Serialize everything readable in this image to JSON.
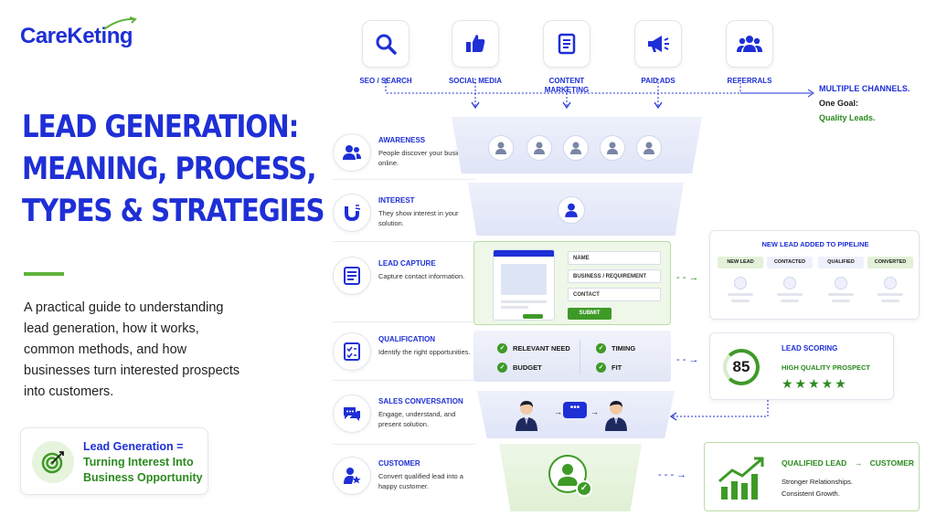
{
  "brand": {
    "logo_text": "CareKeting"
  },
  "title": {
    "line1": "LEAD GENERATION:",
    "line2": "MEANING, PROCESS,",
    "line3": "TYPES & STRATEGIES"
  },
  "description": "A practical guide to understanding lead generation, how it works, common methods, and how businesses turn interested prospects into customers.",
  "definition": {
    "line1": "Lead Generation =",
    "line2": "Turning Interest Into",
    "line3": "Business Opportunity"
  },
  "channels": [
    {
      "label": "SEO / SEARCH",
      "icon": "search-icon"
    },
    {
      "label": "SOCIAL MEDIA",
      "icon": "thumbs-up-icon"
    },
    {
      "label": "CONTENT MARKETING",
      "icon": "document-icon"
    },
    {
      "label": "PAID ADS",
      "icon": "megaphone-icon"
    },
    {
      "label": "REFERRALS",
      "icon": "people-icon"
    }
  ],
  "channels_note": {
    "line1": "MULTIPLE CHANNELS.",
    "line2": "One Goal:",
    "line3": "Quality Leads."
  },
  "steps": [
    {
      "title": "AWARENESS",
      "desc": "People discover your business online.",
      "icon": "users-icon"
    },
    {
      "title": "INTEREST",
      "desc": "They show interest in your solution.",
      "icon": "magnet-icon"
    },
    {
      "title": "LEAD CAPTURE",
      "desc": "Capture contact information.",
      "icon": "form-icon"
    },
    {
      "title": "QUALIFICATION",
      "desc": "Identify the right opportunities.",
      "icon": "checklist-icon"
    },
    {
      "title": "SALES CONVERSATION",
      "desc": "Engage, understand, and present solution.",
      "icon": "chat-icon"
    },
    {
      "title": "CUSTOMER",
      "desc": "Convert qualified lead into a happy customer.",
      "icon": "customer-star-icon"
    }
  ],
  "form": {
    "field1": "NAME",
    "field2": "BUSINESS / REQUIREMENT",
    "field3": "CONTACT",
    "submit": "SUBMIT"
  },
  "qualification": {
    "item1": "RELEVANT NEED",
    "item2": "TIMING",
    "item3": "BUDGET",
    "item4": "FIT"
  },
  "pipeline": {
    "title": "NEW LEAD ADDED TO PIPELINE",
    "stages": [
      "NEW LEAD",
      "CONTACTED",
      "QUALIFIED",
      "CONVERTED"
    ]
  },
  "scoring": {
    "title": "LEAD SCORING",
    "score": "85",
    "label": "HIGH QUALITY PROSPECT",
    "stars": 5
  },
  "customer_card": {
    "from": "QUALIFIED LEAD",
    "arrow": "→",
    "to": "CUSTOMER",
    "line1": "Stronger Relationships.",
    "line2": "Consistent Growth."
  },
  "colors": {
    "brand_blue": "#1e2fd6",
    "green": "#3e9a27",
    "light_band": "#e6eaf8"
  }
}
